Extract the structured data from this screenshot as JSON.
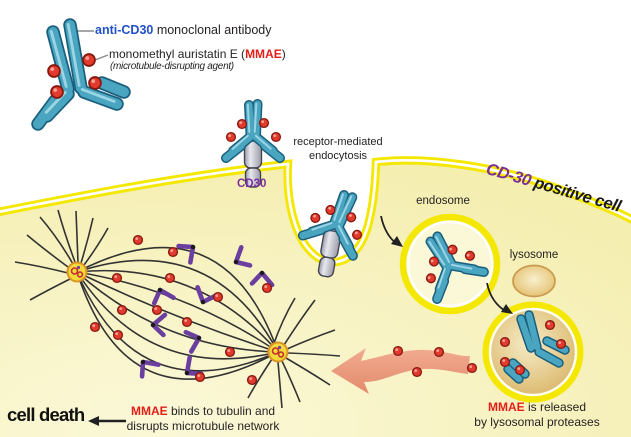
{
  "labels": {
    "antibody_line": {
      "highlight": "anti-CD30",
      "rest": " monoclonal antibody"
    },
    "drug_line": {
      "pre": "monomethyl auristatin E (",
      "drug": "MMAE",
      "post": ")"
    },
    "drug_sub": "(microtubule-disrupting agent)",
    "receptor": "CD30",
    "endocytosis": "receptor-mediated\nendocytosis",
    "cell_type": {
      "highlight": "CD-30",
      "rest": " positive cell"
    },
    "endosome": "endosome",
    "lysosome": "lysosome",
    "release": {
      "drug": "MMAE",
      "rest": " is released",
      "line2": "by lysosomal proteases"
    },
    "binds": {
      "drug": "MMAE",
      "rest": " binds to tubulin and",
      "line2": "disrupts microtubule network"
    },
    "cell_death": "cell death"
  },
  "colors": {
    "membrane_yellow": "#f4e803",
    "cell_fill": "#f8f4c6",
    "antibody_teal": "#4aa6c0",
    "mmae_red": "#e23a2c",
    "text_red": "#e31e18",
    "text_blue": "#2150c8",
    "text_purple": "#7a2f9b",
    "arrow_pink": "#eda084",
    "lysosome_tan": "#e4bf6e"
  },
  "icons": {
    "antibody": "antibody-y-shape",
    "mmae": "red-drug-dot",
    "receptor": "gray-receptor-cylinder",
    "centrosome": "spindle-pole",
    "tubulin": "purple-tubulin-fragment"
  }
}
